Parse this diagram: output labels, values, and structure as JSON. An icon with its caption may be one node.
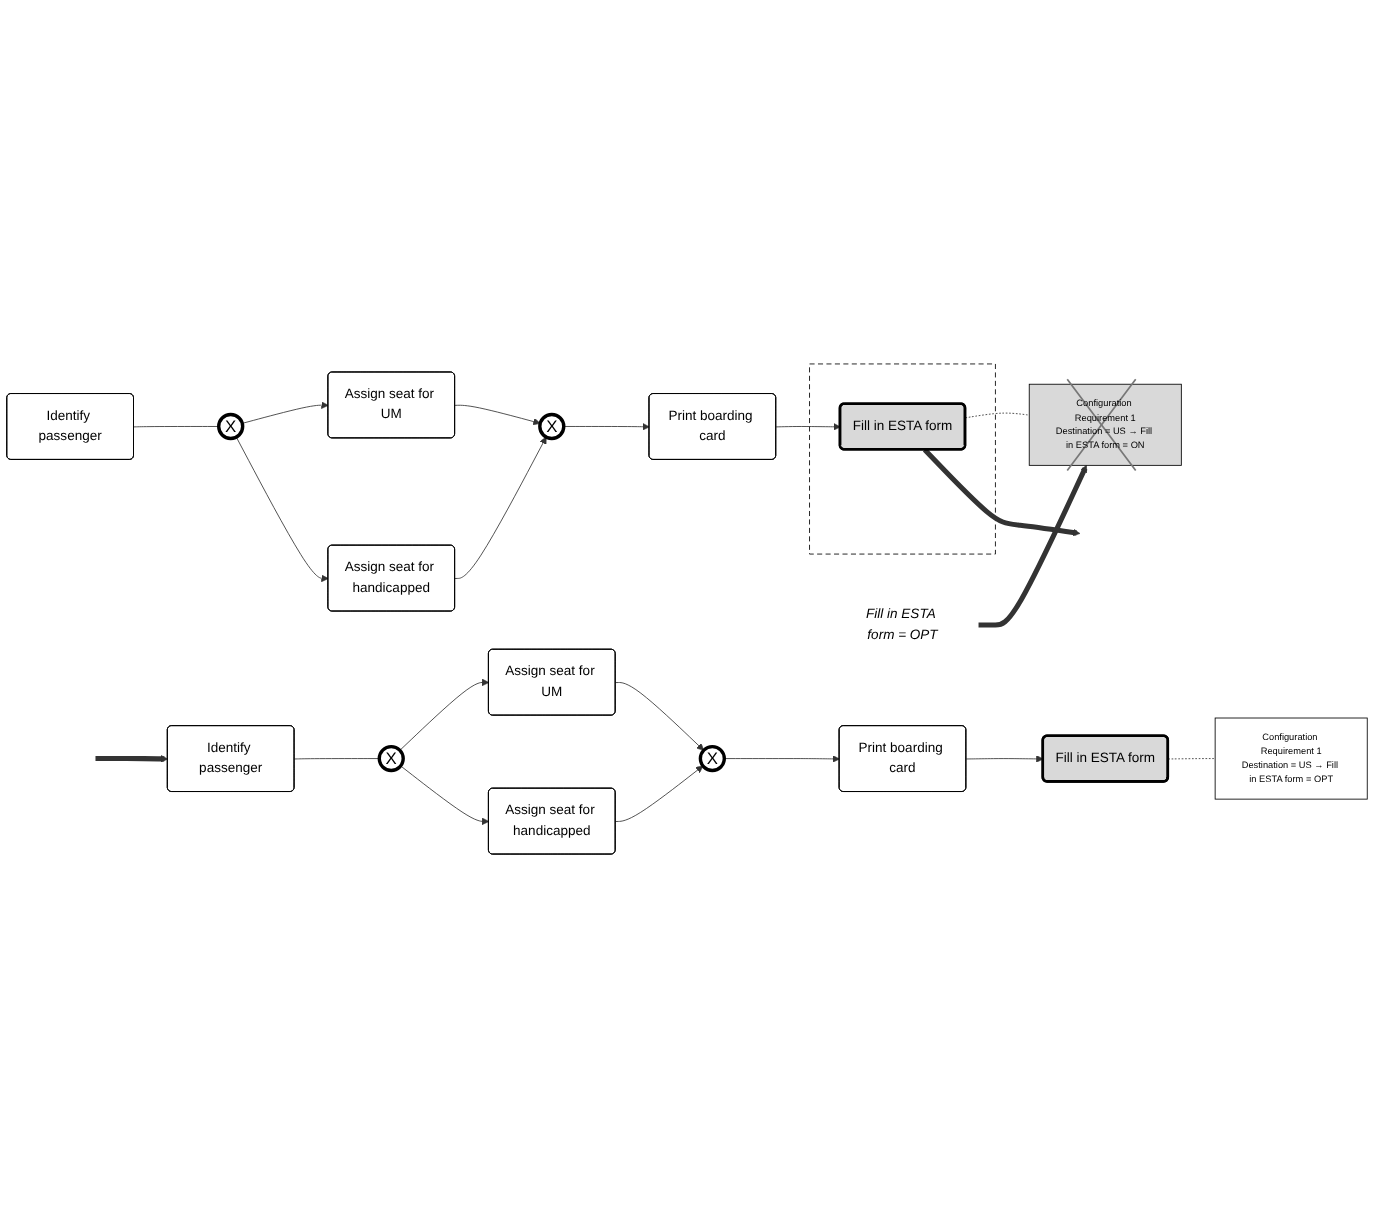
{
  "diagram": {
    "nodes": [
      {
        "text": [
          "Identify passenger"
        ]
      },
      {
        "text": [
          "X"
        ]
      },
      {
        "text": [
          "Assign seat for UM"
        ]
      },
      {
        "text": [
          "Assign seat for handicapped"
        ]
      },
      {
        "text": [
          "X"
        ]
      },
      {
        "text": [
          "Print boarding card"
        ]
      },
      {
        "text": [],
        "shape": "box"
      },
      {
        "text": [
          "Fill in ESTA form"
        ],
        "in": 6
      },
      {
        "text": [
          "Configuration Requirement 1",
          "Destination = US → Fill in ESTA form = ON"
        ]
      },
      {
        "text": [
          "Fill in ESTA form = OPT"
        ]
      },
      {
        "text": [
          "Identify passenger"
        ]
      },
      {
        "text": [
          "X"
        ]
      },
      {
        "text": [
          "Assign seat for UM"
        ]
      },
      {
        "text": [
          "Assign seat for handicapped"
        ]
      },
      {
        "text": [
          "X"
        ]
      },
      {
        "text": [
          "Print boarding card"
        ]
      },
      {
        "text": [
          "Fill in ESTA form"
        ]
      },
      {
        "text": [
          "Configuration Requirement 1",
          "Destination = US → Fill in ESTA form = OPT"
        ]
      }
    ],
    "edges": [
      {
        "from": 0,
        "to": 1,
        "arrow": "none"
      },
      {
        "from": 1,
        "to": 2,
        "arrow": "to"
      },
      {
        "from": 1,
        "to": 3,
        "arrow": "to"
      },
      {
        "from": 2,
        "to": 4,
        "arrow": "to"
      },
      {
        "from": 3,
        "to": 4,
        "arrow": "to"
      },
      {
        "from": 4,
        "to": 5,
        "arrow": "to"
      },
      {
        "from": 5,
        "to": 7,
        "arrow": "to"
      },
      {
        "from": 7,
        "to": 8,
        "arrow": "none",
        "style": "dashed"
      },
      {
        "from": 9,
        "to": 8,
        "arrow": "to",
        "style": "thick"
      },
      {
        "from": 7,
        "to": null,
        "arrow": "to",
        "style": "thick"
      },
      {
        "from": null,
        "to": 10,
        "arrow": "to",
        "style": "thick"
      },
      {
        "from": 10,
        "to": 11,
        "arrow": "none"
      },
      {
        "from": 11,
        "to": 12,
        "arrow": "to"
      },
      {
        "from": 11,
        "to": 13,
        "arrow": "to"
      },
      {
        "from": 12,
        "to": 14,
        "arrow": "to"
      },
      {
        "from": 13,
        "to": 14,
        "arrow": "to"
      },
      {
        "from": 14,
        "to": 15,
        "arrow": "to"
      },
      {
        "from": 15,
        "to": 16,
        "arrow": "to"
      },
      {
        "from": 16,
        "to": 17,
        "arrow": "none",
        "style": "dashed"
      }
    ]
  }
}
